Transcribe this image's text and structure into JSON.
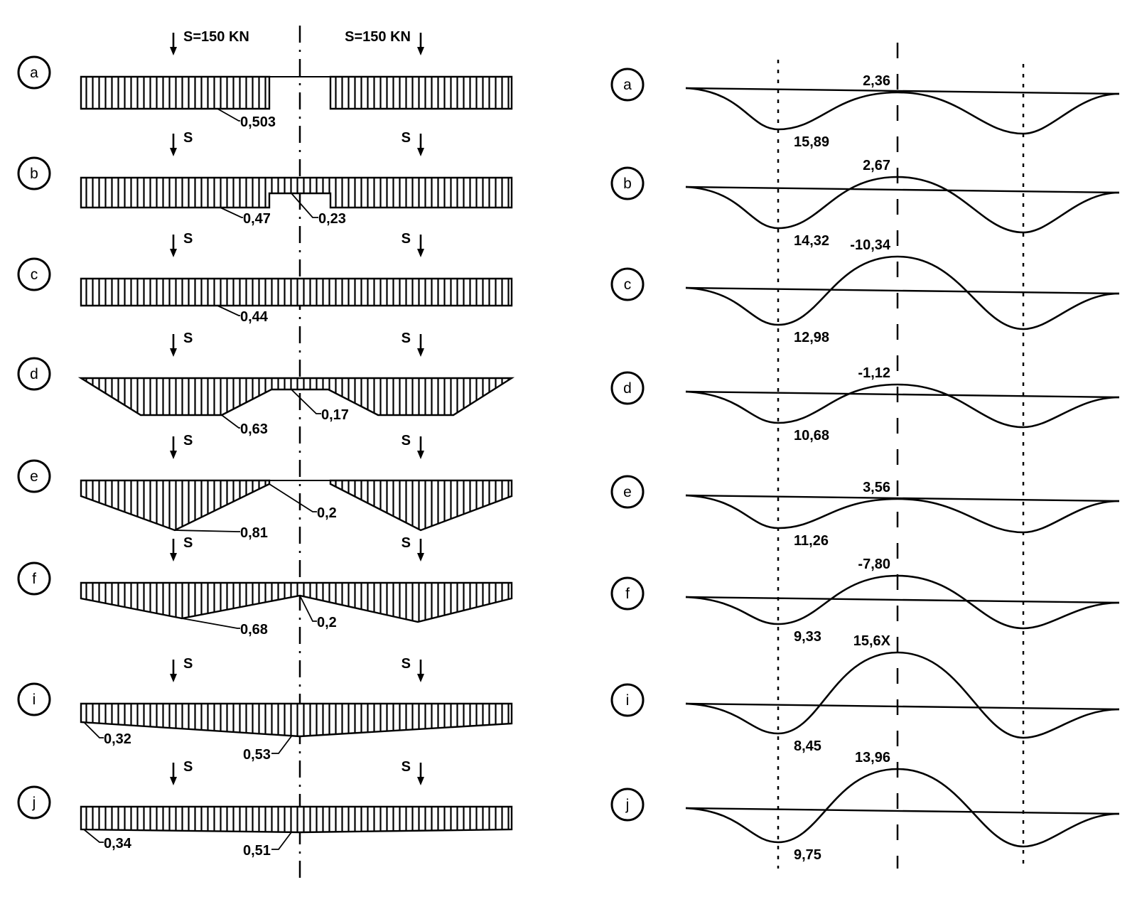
{
  "figure": {
    "load_label_first": "S=150 KN",
    "load_label_second": "S=150 KN",
    "load_label_short": "S"
  },
  "pressure_diagrams": [
    {
      "letter": "a",
      "labels": [
        "0,503"
      ]
    },
    {
      "letter": "b",
      "labels": [
        "0,47",
        "0,23"
      ]
    },
    {
      "letter": "c",
      "labels": [
        "0,44"
      ]
    },
    {
      "letter": "d",
      "labels": [
        "0,63",
        "0,17"
      ]
    },
    {
      "letter": "e",
      "labels": [
        "0,81",
        "0,2"
      ]
    },
    {
      "letter": "f",
      "labels": [
        "0,68",
        "0,2"
      ]
    },
    {
      "letter": "i",
      "labels": [
        "0,32",
        "0,53"
      ]
    },
    {
      "letter": "j",
      "labels": [
        "0,34",
        "0,51"
      ]
    }
  ],
  "moment_diagrams": [
    {
      "letter": "a",
      "min_label": "15,89",
      "mid_label": "2,36"
    },
    {
      "letter": "b",
      "min_label": "14,32",
      "mid_label": "2,67"
    },
    {
      "letter": "c",
      "min_label": "12,98",
      "mid_label": "-10,34"
    },
    {
      "letter": "d",
      "min_label": "10,68",
      "mid_label": "-1,12"
    },
    {
      "letter": "e",
      "min_label": "11,26",
      "mid_label": "3,56"
    },
    {
      "letter": "f",
      "min_label": "9,33",
      "mid_label": "-7,80"
    },
    {
      "letter": "i",
      "min_label": "8,45",
      "mid_label": "15,6X"
    },
    {
      "letter": "j",
      "min_label": "9,75",
      "mid_label": "13,96"
    }
  ]
}
